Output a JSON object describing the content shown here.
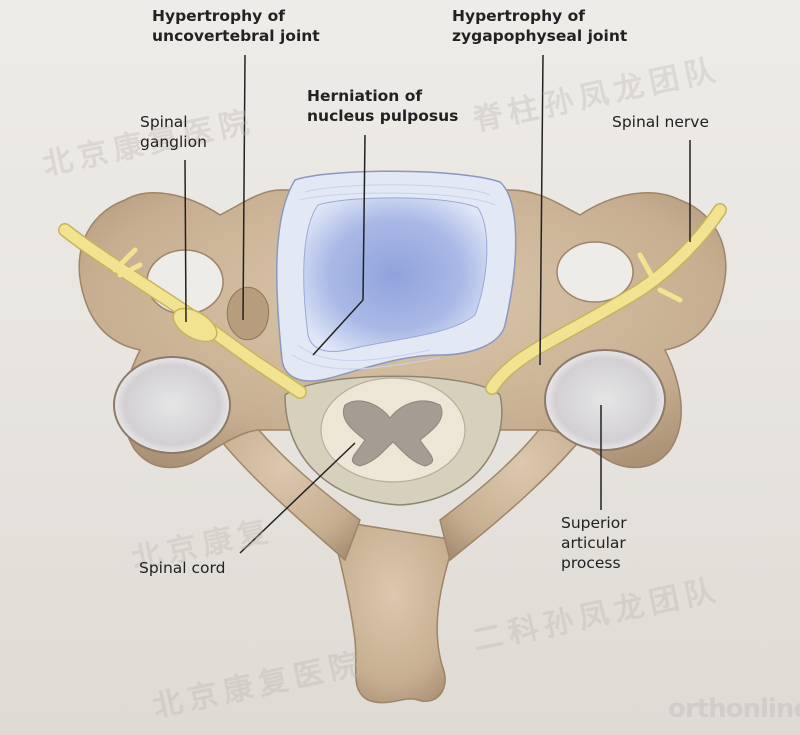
{
  "labels": {
    "uncovertebral": "Hypertrophy of\nuncovertebral joint",
    "zygapophyseal": "Hypertrophy of\nzygapophyseal joint",
    "herniation": "Herniation of\nnucleus pulposus",
    "spinal_ganglion": "Spinal\nganglion",
    "spinal_nerve": "Spinal nerve",
    "spinal_cord": "Spinal cord",
    "superior_articular": "Superior\narticular\nprocess"
  },
  "watermarks": {
    "line1": "北京康复医院",
    "line2": "脊柱孙凤龙团队",
    "line3": "北京康复",
    "line4": "北京康复医院",
    "line5": "二科孙凤龙团队"
  },
  "logo": "orthonline",
  "colors": {
    "bone": "#cdb79c",
    "bone_dark": "#a88e72",
    "nerve": "#f0e08a",
    "disc": "#aebde6",
    "cord": "#e9e3d2"
  }
}
